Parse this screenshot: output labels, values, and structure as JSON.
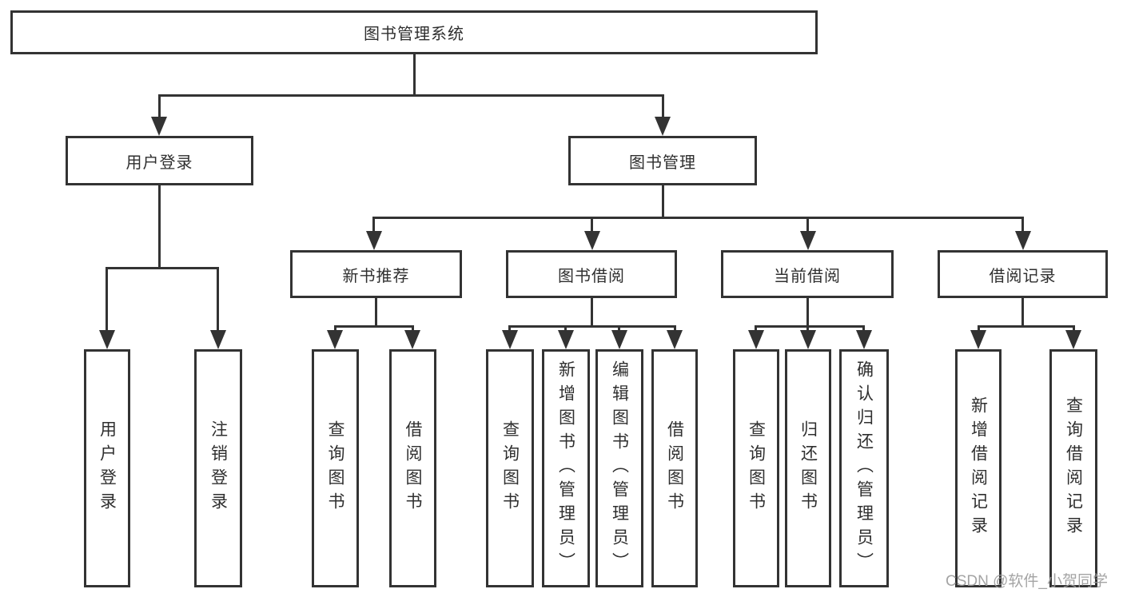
{
  "diagram": {
    "root": {
      "label": "图书管理系统"
    },
    "level2": [
      {
        "label": "用户登录"
      },
      {
        "label": "图书管理"
      }
    ],
    "level3": [
      {
        "label": "新书推荐",
        "parent": "图书管理"
      },
      {
        "label": "图书借阅",
        "parent": "图书管理"
      },
      {
        "label": "当前借阅",
        "parent": "图书管理"
      },
      {
        "label": "借阅记录",
        "parent": "图书管理"
      }
    ],
    "leaves": [
      {
        "label": "用户登录",
        "parent": "用户登录"
      },
      {
        "label": "注销登录",
        "parent": "用户登录"
      },
      {
        "label": "查询图书",
        "parent": "新书推荐"
      },
      {
        "label": "借阅图书",
        "parent": "新书推荐"
      },
      {
        "label": "查询图书",
        "parent": "图书借阅"
      },
      {
        "label": "新增图书（管理员）",
        "parent": "图书借阅"
      },
      {
        "label": "编辑图书（管理员）",
        "parent": "图书借阅"
      },
      {
        "label": "借阅图书",
        "parent": "图书借阅"
      },
      {
        "label": "查询图书",
        "parent": "当前借阅"
      },
      {
        "label": "归还图书",
        "parent": "当前借阅"
      },
      {
        "label": "确认归还（管理员）",
        "parent": "当前借阅"
      },
      {
        "label": "新增借阅记录",
        "parent": "借阅记录"
      },
      {
        "label": "查询借阅记录",
        "parent": "借阅记录"
      }
    ]
  },
  "watermark": {
    "text": "CSDN @软件_小贺同学"
  },
  "colors": {
    "line": "#333333",
    "box_fill": "#ffffff",
    "background": "#ffffff",
    "watermark": "#9b9b9b"
  }
}
